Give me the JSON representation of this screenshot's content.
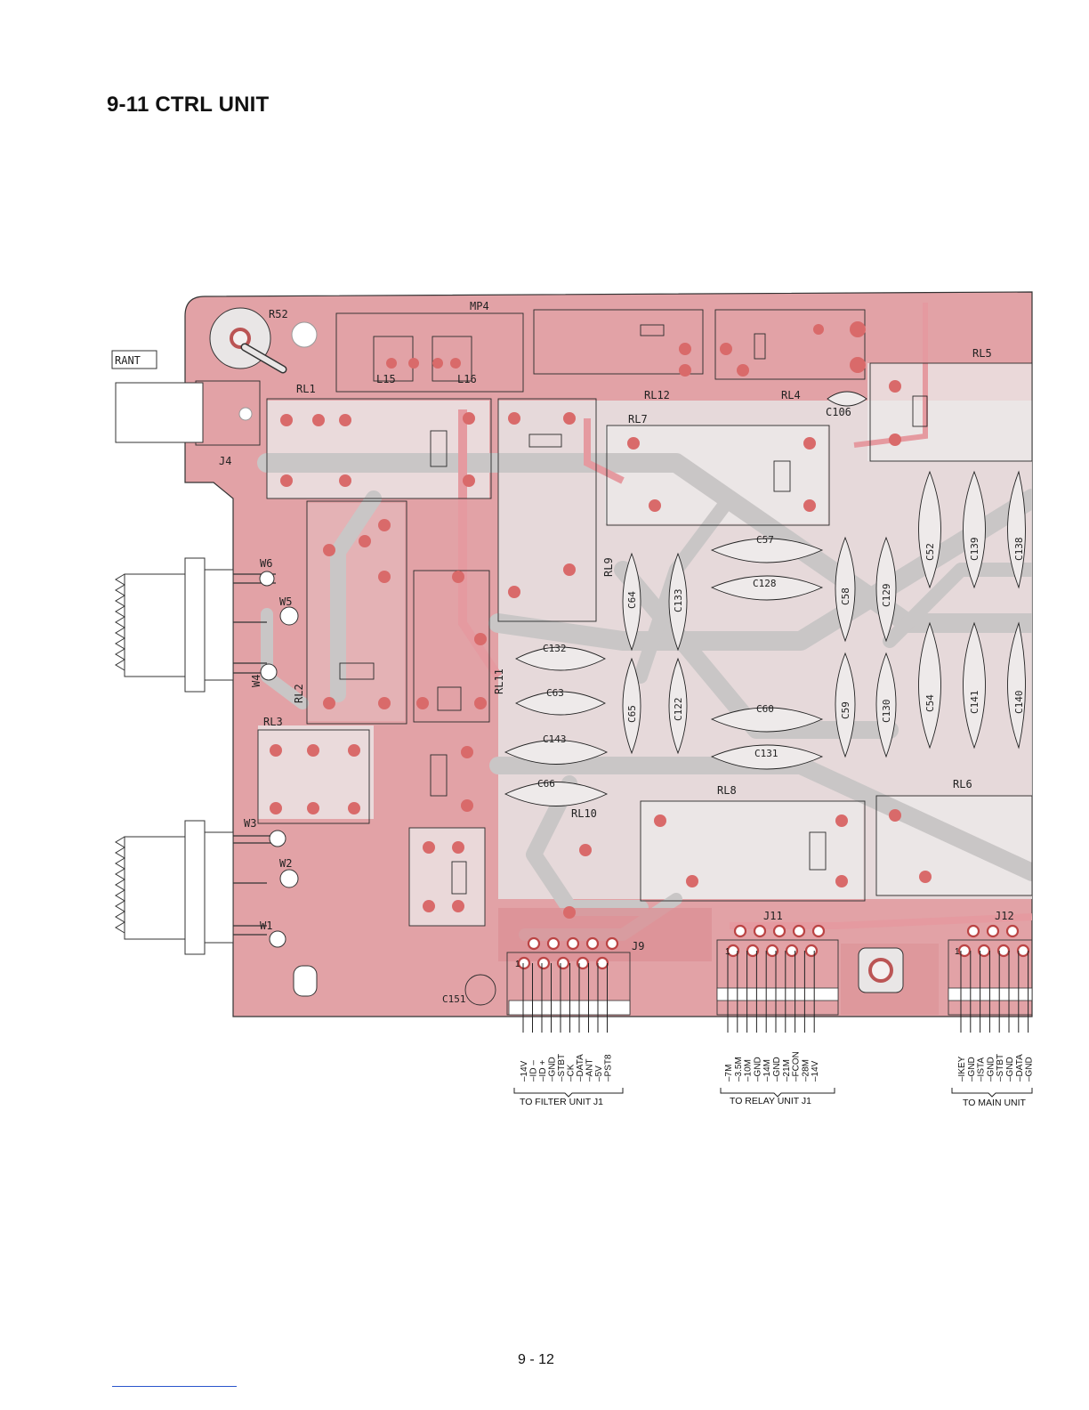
{
  "page": {
    "title": "9-11 CTRL UNIT",
    "page_number": "9 - 12"
  },
  "board": {
    "external_label": "RANT",
    "labels": {
      "R52": "R52",
      "MP4": "MP4",
      "L15": "L15",
      "L16": "L16",
      "RL1": "RL1",
      "J4": "J4",
      "RL12": "RL12",
      "RL4": "RL4",
      "RL7": "RL7",
      "C106": "C106",
      "RL5": "RL5",
      "W6": "W6",
      "W5": "W5",
      "W4": "W4",
      "W3": "W3",
      "W2": "W2",
      "W1": "W1",
      "RL2": "RL2",
      "RL3": "RL3",
      "RL9": "RL9",
      "RL11": "RL11",
      "RL10": "RL10",
      "RL8": "RL8",
      "RL6": "RL6",
      "C57": "C57",
      "C128": "C128",
      "C64": "C64",
      "C133": "C133",
      "C58": "C58",
      "C129": "C129",
      "C52": "C52",
      "C139": "C139",
      "C138": "C138",
      "C132": "C132",
      "C63": "C63",
      "C143": "C143",
      "C66": "C66",
      "C65": "C65",
      "C122": "C122",
      "C60": "C60",
      "C131": "C131",
      "C59": "C59",
      "C130": "C130",
      "C54": "C54",
      "C141": "C141",
      "C140": "C140",
      "C151": "C151",
      "J9": "J9",
      "J11": "J11",
      "J12": "J12"
    }
  },
  "connectors": [
    {
      "id": "J9",
      "pin1_label": "1",
      "pins": [
        "14V",
        "ID –",
        "ID +",
        "GND",
        "STBT",
        "CK",
        "DATA",
        "ANT",
        "5V",
        "PST8"
      ],
      "destination": "TO FILTER UNIT J1"
    },
    {
      "id": "J11",
      "pin1_label": "1",
      "pins": [
        "7M",
        "3.5M",
        "10M",
        "GND",
        "14M",
        "GND",
        "21M",
        "FCON",
        "28M",
        "14V"
      ],
      "destination": "TO RELAY UNIT J1"
    },
    {
      "id": "J12",
      "pin1_label": "1",
      "pins": [
        "IKEY",
        "GND",
        "ISTA",
        "GND",
        "STBT",
        "GND",
        "DATA",
        "GND"
      ],
      "destination": "TO MAIN UNIT"
    }
  ]
}
